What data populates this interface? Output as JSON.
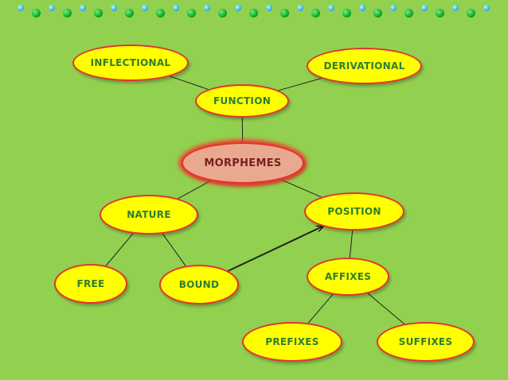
{
  "diagram": {
    "colors": {
      "background": "#92d050",
      "node_fill": "#ffff00",
      "node_border": "#e3342f",
      "node_text": "#2e7d32",
      "core_fill": "#e9a98f",
      "core_text": "#7a1f1f",
      "line": "#222222"
    },
    "nodes": {
      "inflectional": "INFLECTIONAL",
      "derivational": "DERIVATIONAL",
      "function": "FUNCTION",
      "morphemes": "MORPHEMES",
      "nature": "NATURE",
      "position": "POSITION",
      "free": "FREE",
      "bound": "BOUND",
      "affixes": "AFFIXES",
      "prefixes": "PREFIXES",
      "suffixes": "SUFFIXES"
    },
    "edges": [
      {
        "from": "function",
        "to": "inflectional",
        "type": "line"
      },
      {
        "from": "function",
        "to": "derivational",
        "type": "line"
      },
      {
        "from": "morphemes",
        "to": "function",
        "type": "line"
      },
      {
        "from": "morphemes",
        "to": "nature",
        "type": "line"
      },
      {
        "from": "morphemes",
        "to": "position",
        "type": "line"
      },
      {
        "from": "nature",
        "to": "free",
        "type": "line"
      },
      {
        "from": "nature",
        "to": "bound",
        "type": "line"
      },
      {
        "from": "position",
        "to": "affixes",
        "type": "line"
      },
      {
        "from": "affixes",
        "to": "prefixes",
        "type": "line"
      },
      {
        "from": "affixes",
        "to": "suffixes",
        "type": "line"
      },
      {
        "from": "bound",
        "to": "position",
        "type": "arrow"
      }
    ]
  }
}
